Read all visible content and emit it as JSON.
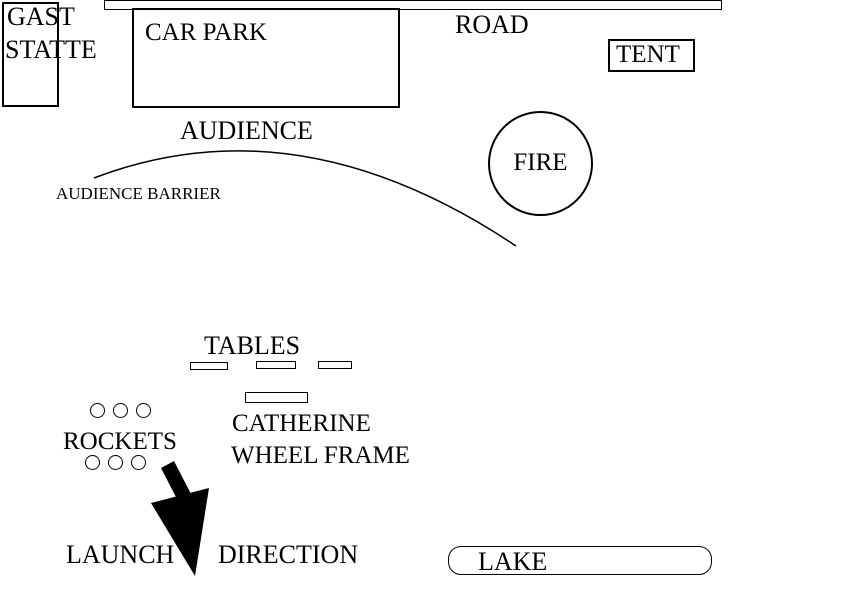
{
  "labels": {
    "gast": "GAST",
    "statte": "STATTE",
    "car_park": "CAR PARK",
    "road": "ROAD",
    "tent": "TENT",
    "audience": "AUDIENCE",
    "audience_barrier": "AUDIENCE BARRIER",
    "fire": "FIRE",
    "tables": "TABLES",
    "catherine": "CATHERINE",
    "wheel_frame": "WHEEL FRAME",
    "rockets": "ROCKETS",
    "launch": "LAUNCH",
    "direction": "DIRECTION",
    "lake": "LAKE"
  },
  "colors": {
    "ink": "#000000",
    "background": "#ffffff"
  }
}
